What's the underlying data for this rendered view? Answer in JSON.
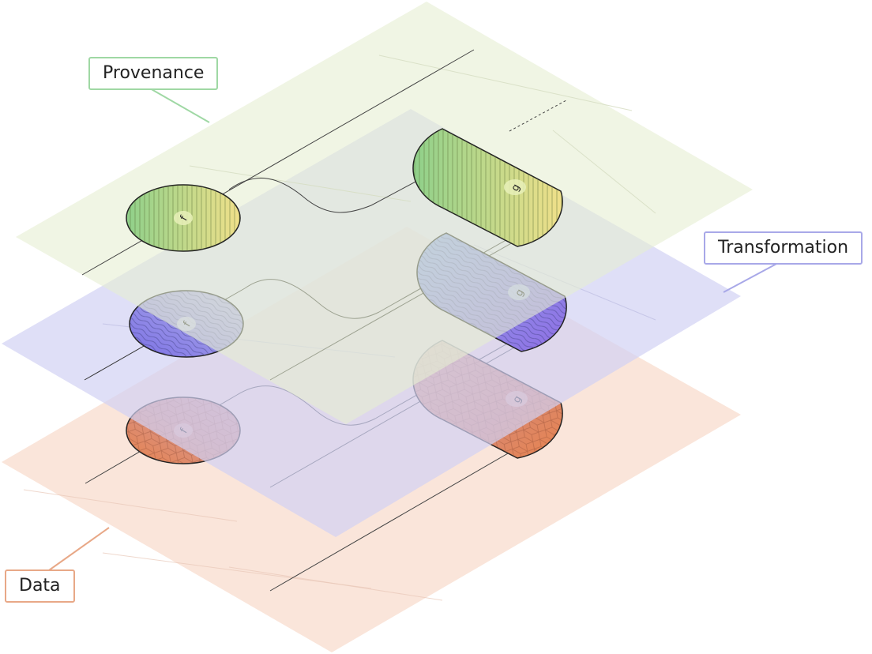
{
  "layers": {
    "provenance": {
      "label": "Provenance",
      "color": "#e9f0d8",
      "border": "#9fd8a4"
    },
    "transformation": {
      "label": "Transformation",
      "color": "#d8d8f4",
      "border": "#a8a8e8"
    },
    "data": {
      "label": "Data",
      "color": "#f9e0d4",
      "border": "#e8a887"
    }
  },
  "nodes": {
    "f": "f",
    "g": "g"
  }
}
